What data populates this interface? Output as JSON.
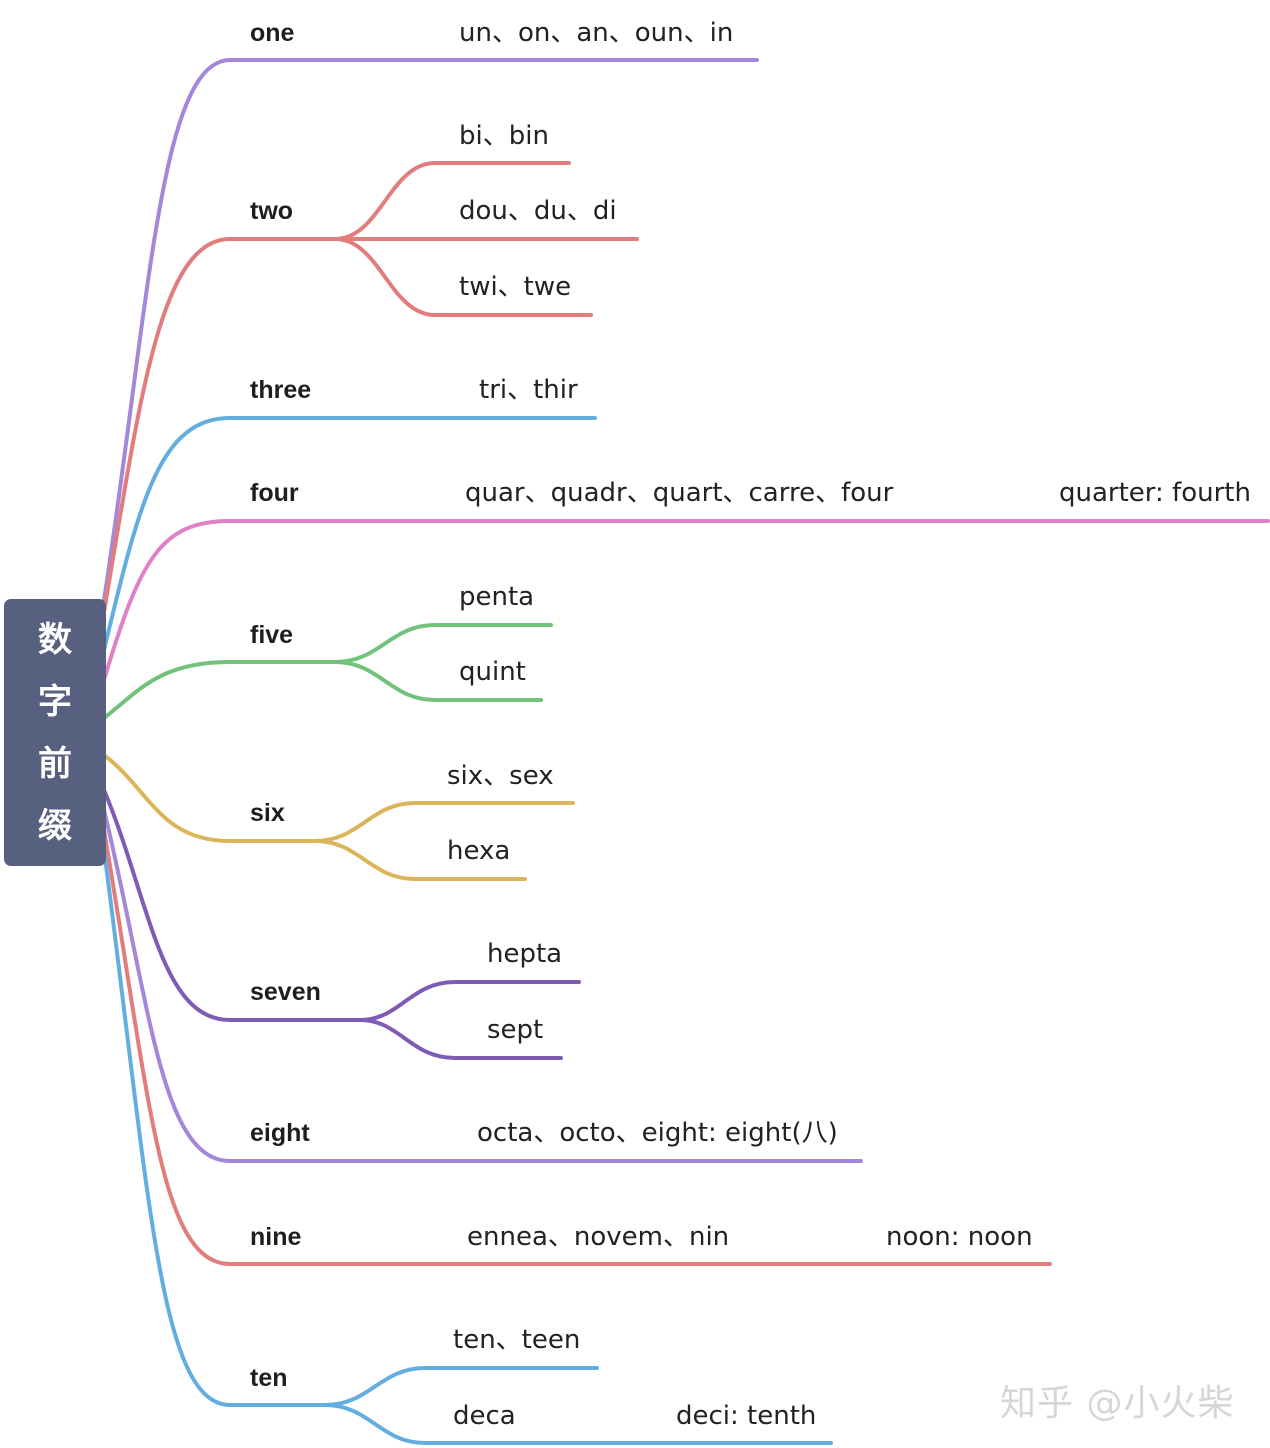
{
  "root": {
    "label": "数字前缀"
  },
  "colors": {
    "one": "#a487d8",
    "two": "#e27d7d",
    "three": "#63aee0",
    "four": "#e081c8",
    "five": "#72c27a",
    "six": "#dcb55a",
    "seven": "#7e5cb6",
    "eight": "#a487d8",
    "nine": "#e27d7d",
    "ten": "#63aee0"
  },
  "branches": {
    "one": {
      "label": "one",
      "leaves": [
        "un、on、an、oun、in"
      ]
    },
    "two": {
      "label": "two",
      "leaves": [
        "bi、bin",
        "dou、du、di",
        "twi、twe"
      ]
    },
    "three": {
      "label": "three",
      "leaves": [
        "tri、thir"
      ]
    },
    "four": {
      "label": "four",
      "leaves": [
        "quar、quadr、quart、carre、four",
        "quarter: fourth"
      ]
    },
    "five": {
      "label": "five",
      "leaves": [
        "penta",
        "quint"
      ]
    },
    "six": {
      "label": "six",
      "leaves": [
        "six、sex",
        "hexa"
      ]
    },
    "seven": {
      "label": "seven",
      "leaves": [
        "hepta",
        "sept"
      ]
    },
    "eight": {
      "label": "eight",
      "leaves": [
        "octa、octo、eight: eight(八)"
      ]
    },
    "nine": {
      "label": "nine",
      "leaves": [
        "ennea、novem、nin",
        "noon: noon"
      ]
    },
    "ten": {
      "label": "ten",
      "leaves": [
        "ten、teen",
        "deca",
        "deci: tenth"
      ]
    }
  },
  "watermark": "知乎 @小火柴"
}
